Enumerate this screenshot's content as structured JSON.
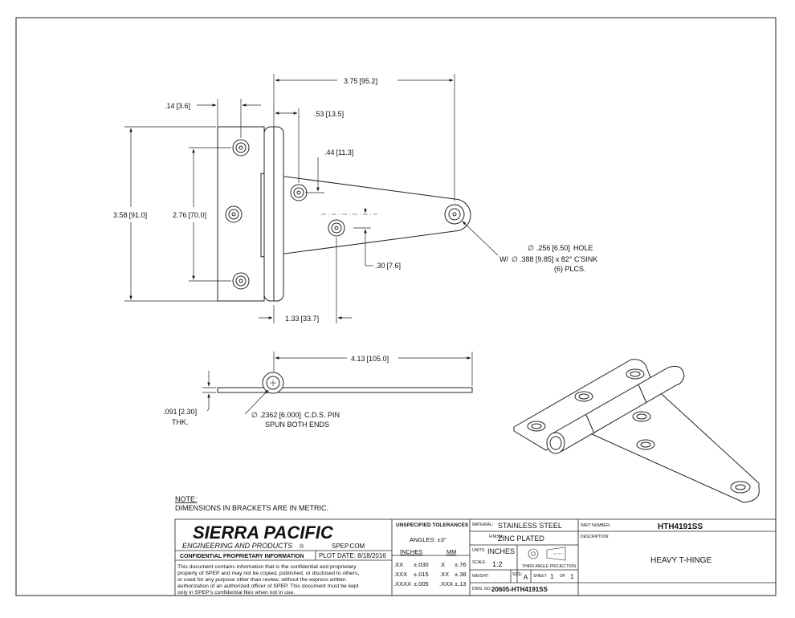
{
  "drawing": {
    "top_view": {
      "overall_length": "3.75",
      "overall_length_mm": "95.2",
      "edge_to_hole": ".14",
      "edge_to_hole_mm": "3.6",
      "strap_offset": ".53",
      "strap_offset_mm": "13.5",
      "strap_hole_offset": ".44",
      "strap_hole_offset_mm": "11.3",
      "overall_height": "3.58",
      "overall_height_mm": "91.0",
      "hole_spacing": "2.76",
      "hole_spacing_mm": "70.0",
      "strap_hole_drop": ".30",
      "strap_hole_drop_mm": "7.6",
      "strap_hole_spacing": "1.33",
      "strap_hole_spacing_mm": "33.7",
      "hole_note_line1": ".256",
      "hole_note_line1_mm": "6.50",
      "hole_note_line1_suffix": "HOLE",
      "hole_note_line2_prefix": "W/",
      "hole_note_line2": ".388 [9.85] x 82° C'SINK",
      "hole_note_line3": "(6) PLCS."
    },
    "side_view": {
      "strap_length": "4.13",
      "strap_length_mm": "105.0",
      "thickness": ".091",
      "thickness_mm": "2.30",
      "thickness_label": "THK.",
      "pin_dia": ".2362",
      "pin_dia_mm": "6.000",
      "pin_note_suffix": "C.D.S. PIN",
      "pin_note_line2": "SPUN BOTH ENDS"
    },
    "note_heading": "NOTE:",
    "note_text": "DIMENSIONS IN BRACKETS ARE IN METRIC."
  },
  "title_block": {
    "company_name": "SIERRA PACIFIC",
    "company_sub": "ENGINEERING AND PRODUCTS",
    "website": "SPEP.COM",
    "confidential_heading": "CONFIDENTIAL PROPRIETARY INFORMATION",
    "plot_date": "PLOT DATE:  8/18/2016",
    "confidential_lines": [
      "This document contains information that is the confidential and proprietary",
      "property of SPEP and may not be copied, published, or disclosed to others,",
      "or used for any purpose  other than review, without the express written",
      "authorization of an authorized officer of SPEP. This document must be kept",
      "only in SPEP's confidential files when not in use."
    ],
    "tolerances_heading": "UNSPECIFIED TOLERANCES",
    "angles": "ANGLES:  ±3°",
    "inches_label": "INCHES",
    "mm_label": "MM",
    "tol_rows": [
      {
        "in_fmt": ".XX",
        "in_val": "±.030",
        "mm_fmt": ".X",
        "mm_val": "±.76"
      },
      {
        "in_fmt": ".XXX",
        "in_val": "±.015",
        "mm_fmt": ".XX",
        "mm_val": "±.38"
      },
      {
        "in_fmt": ".XXXX",
        "in_val": "±.005",
        "mm_fmt": ".XXX",
        "mm_val": "±.13"
      }
    ],
    "material_label": "MATERIAL:",
    "material": "STAINLESS STEEL",
    "finish_label": "FINISH:",
    "finish": "ZINC PLATED",
    "units_label": "UNITS:",
    "units": "INCHES",
    "projection_label": "THIRD ANGLE PROJECTION",
    "scale_label": "SCALE:",
    "scale": "1:2",
    "weight_label": "WEIGHT:",
    "size_label": "SIZE:",
    "size": "A",
    "sheet_label": "SHEET",
    "sheet": "1",
    "of_label": "OF",
    "sheet_total": "1",
    "dwg_label": "DWG. NO.",
    "dwg_no": "20605-HTH4191SS",
    "part_label": "PART NUMBER:",
    "part_number": "HTH4191SS",
    "desc_label": "DESCRIPTION:",
    "description": "HEAVY T-HINGE"
  }
}
